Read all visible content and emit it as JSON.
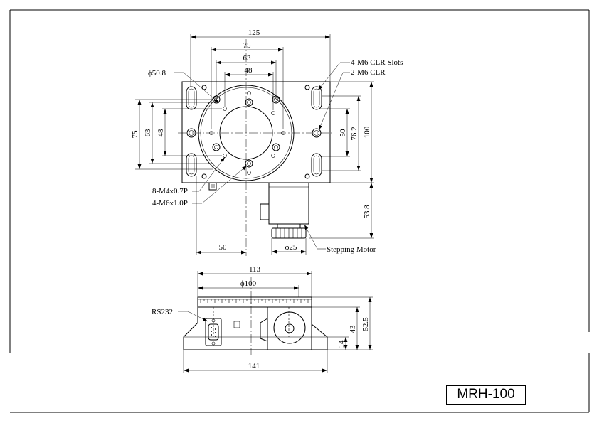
{
  "model": "MRH-100",
  "top_view": {
    "dims": {
      "w125": "125",
      "w75": "75",
      "w63": "63",
      "w48": "48",
      "h75": "75",
      "h63": "63",
      "h48": "48",
      "h50": "50",
      "h76": "76.2",
      "h100": "100",
      "motor_len": "53.8",
      "offset50": "50",
      "knob": "ϕ25"
    },
    "callouts": {
      "dia": "ϕ50.8",
      "slots": "4-M6 CLR Slots",
      "clr": "2-M6 CLR",
      "m4": "8-M4x0.7P",
      "m6": "4-M6x1.0P",
      "motor": "Stepping Motor"
    }
  },
  "side_view": {
    "dims": {
      "w113": "113",
      "dia100": "ϕ100",
      "w141": "141",
      "h52": "52.5",
      "h43": "43",
      "h14": "14"
    },
    "callouts": {
      "rs232": "RS232"
    }
  }
}
